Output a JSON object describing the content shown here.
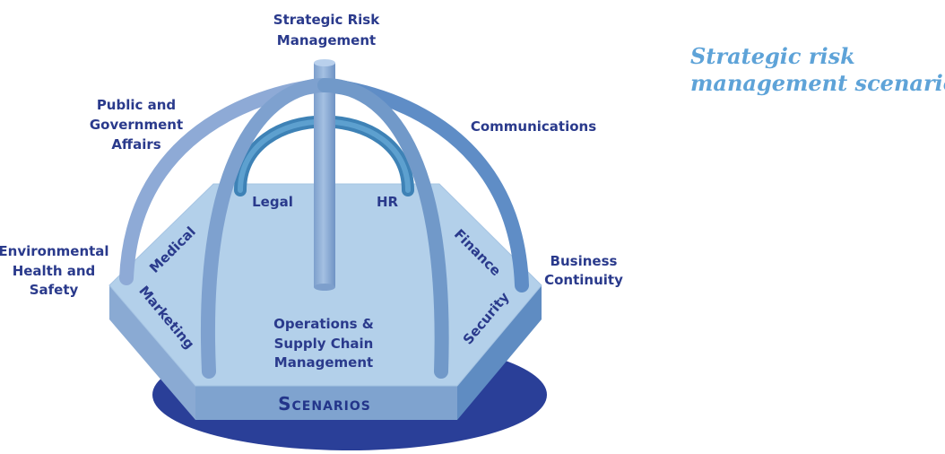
{
  "title": {
    "line1": "Strategic risk",
    "line2": "management scenarios"
  },
  "labels": {
    "strategic_1": "Strategic Risk",
    "strategic_2": "Management",
    "public_1": "Public and",
    "public_2": "Government",
    "public_3": "Affairs",
    "communications": "Communications",
    "env_1": "Environmental",
    "env_2": "Health and",
    "env_3": "Safety",
    "business_1": "Business",
    "business_2": "Continuity",
    "legal": "Legal",
    "hr": "HR",
    "medical": "Medical",
    "finance": "Finance",
    "marketing": "Marketing",
    "security": "Security",
    "operations_1": "Operations &",
    "operations_2": "Supply Chain",
    "operations_3": "Management",
    "scenarios": "Scenarios"
  },
  "colors": {
    "label_text": "#2a3a8c",
    "title_text": "#5ea3d8",
    "platform_top": "#b3d0ea",
    "base_ellipse": "#2a3f98"
  }
}
